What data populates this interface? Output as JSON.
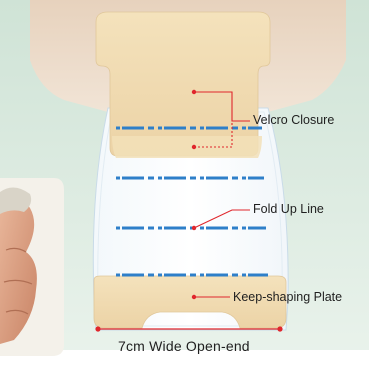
{
  "labels": {
    "velcro_closure": "Velcro Closure",
    "fold_up_line": "Fold Up Line",
    "keep_shaping_plate": "Keep-shaping Plate",
    "open_end": "7cm Wide Open-end"
  },
  "colors": {
    "annotation": "#e0262c",
    "perforation": "#2e7fc9",
    "backdrop": "#d9e8dc",
    "pouch_beige": "#eedcc8",
    "tab_beige": "#f2deb4"
  }
}
